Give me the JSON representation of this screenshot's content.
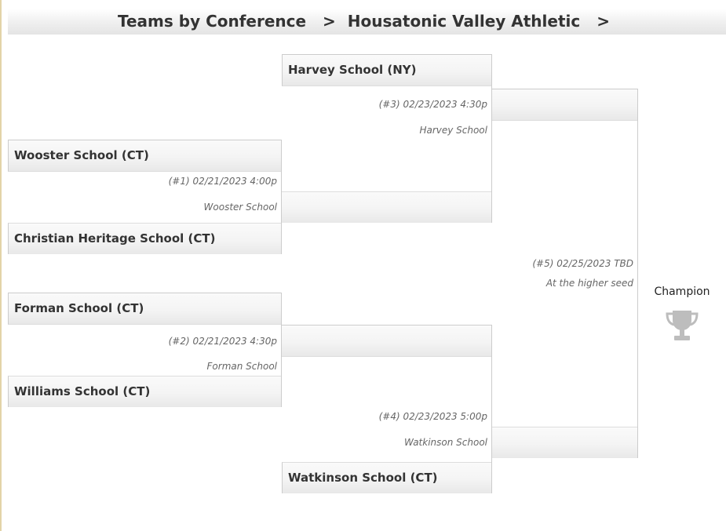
{
  "breadcrumb": {
    "level1": "Teams by Conference",
    "separator": ">",
    "level2": "Housatonic Valley Athletic"
  },
  "bracket": {
    "round1": [
      {
        "game": "(#1) 02/21/2023 4:00p",
        "location": "Wooster School",
        "team_top": "Wooster School (CT)",
        "team_bottom": "Christian Heritage School (CT)"
      },
      {
        "game": "(#2) 02/21/2023 4:30p",
        "location": "Forman School",
        "team_top": "Forman School (CT)",
        "team_bottom": "Williams School (CT)"
      }
    ],
    "round2": [
      {
        "game": "(#3) 02/23/2023 4:30p",
        "location": "Harvey School",
        "team_top": "Harvey School (NY)",
        "team_bottom": ""
      },
      {
        "game": "(#4) 02/23/2023 5:00p",
        "location": "Watkinson School",
        "team_top": "",
        "team_bottom": "Watkinson School (CT)"
      }
    ],
    "final": {
      "game": "(#5) 02/25/2023 TBD",
      "location": "At the higher seed",
      "team_top": "",
      "team_bottom": ""
    }
  },
  "champion": {
    "label": "Champion",
    "icon": "trophy-icon"
  },
  "colors": {
    "border": "#cccccc",
    "trophy": "#bdbdbd",
    "accent_rule": "#e3d3a8"
  }
}
